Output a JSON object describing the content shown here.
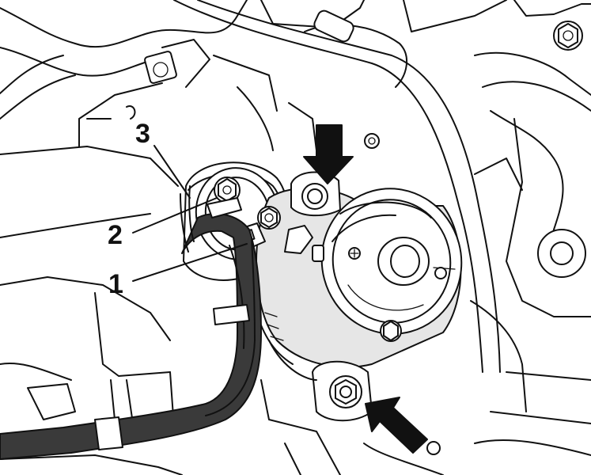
{
  "callouts": [
    {
      "id": "callout-1",
      "text": "1"
    },
    {
      "id": "callout-2",
      "text": "2"
    },
    {
      "id": "callout-3",
      "text": "3"
    }
  ],
  "arrows": [
    {
      "id": "arrow-top-mounting-bolt",
      "direction": "down"
    },
    {
      "id": "arrow-bottom-mounting-bolt",
      "direction": "up-left"
    }
  ],
  "colors": {
    "ink": "#111111",
    "background": "#ffffff",
    "shade": "#e6e6e6",
    "cable": "#3a3a3a"
  }
}
